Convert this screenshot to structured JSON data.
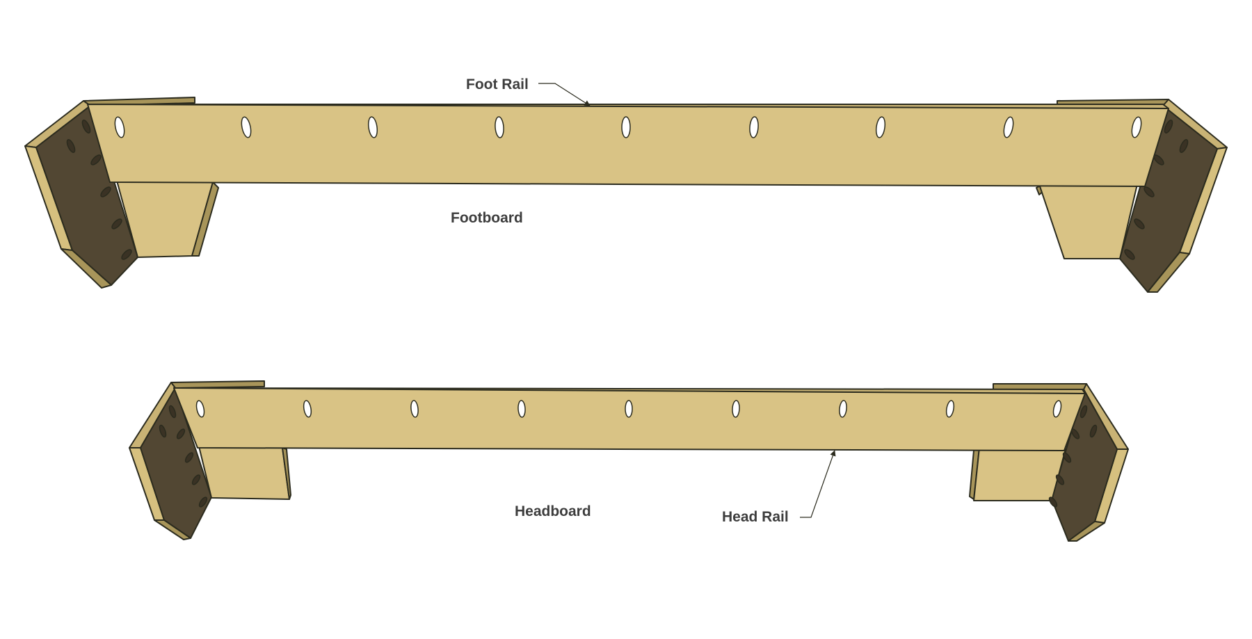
{
  "labels": {
    "foot_rail": "Foot Rail",
    "footboard": "Footboard",
    "headboard": "Headboard",
    "head_rail": "Head Rail"
  },
  "colors": {
    "wood_face": "#d9c385",
    "wood_top": "#c9b375",
    "wood_edge": "#a8955a",
    "panel_dark": "#524733",
    "panel_edge": "#d6c07f",
    "outline": "#2b2b1e",
    "label_text": "#3d3d3d",
    "pocket_hole": "#ffffff"
  },
  "icons": {
    "pocket_hole": "ellipse",
    "leader_arrow": "arrow"
  },
  "pocket_holes": {
    "footboard_rail_count": 9,
    "headboard_rail_count": 9
  }
}
